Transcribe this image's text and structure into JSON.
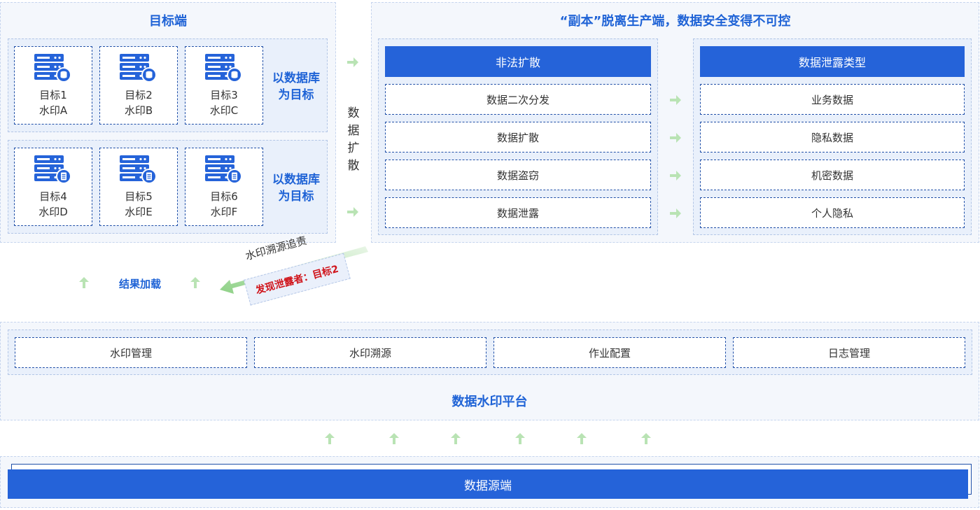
{
  "target_panel": {
    "title": "目标端",
    "groups": [
      {
        "label_line1": "以数据库",
        "label_line2": "为目标",
        "icon": "database-server-icon",
        "cards": [
          {
            "name": "目标1",
            "watermark": "水印A"
          },
          {
            "name": "目标2",
            "watermark": "水印B"
          },
          {
            "name": "目标3",
            "watermark": "水印C"
          }
        ]
      },
      {
        "label_line1": "以数据库",
        "label_line2": "为目标",
        "icon": "document-server-icon",
        "cards": [
          {
            "name": "目标4",
            "watermark": "水印D"
          },
          {
            "name": "目标5",
            "watermark": "水印E"
          },
          {
            "name": "目标6",
            "watermark": "水印F"
          }
        ]
      }
    ]
  },
  "spread_label": [
    "数",
    "据",
    "扩",
    "散"
  ],
  "copy_panel": {
    "title": "“副本”脱离生产端，数据安全变得不可控",
    "left_header": "非法扩散",
    "left_items": [
      "数据二次分发",
      "数据扩散",
      "数据盗窃",
      "数据泄露"
    ],
    "right_header": "数据泄露类型",
    "right_items": [
      "业务数据",
      "隐私数据",
      "机密数据",
      "个人隐私"
    ]
  },
  "trace": {
    "result_label": "结果加载",
    "trace_label": "水印溯源追责",
    "found_prefix": "发现泄露者：",
    "found_target": "目标2"
  },
  "platform": {
    "modules": [
      "水印管理",
      "水印溯源",
      "作业配置",
      "日志管理"
    ],
    "title": "数据水印平台"
  },
  "source": {
    "title": "数据源端"
  },
  "colors": {
    "primary_blue": "#2563d9",
    "title_blue": "#1f63d6",
    "arrow_green": "#b9e3b4",
    "alert_red": "#d0141b"
  }
}
